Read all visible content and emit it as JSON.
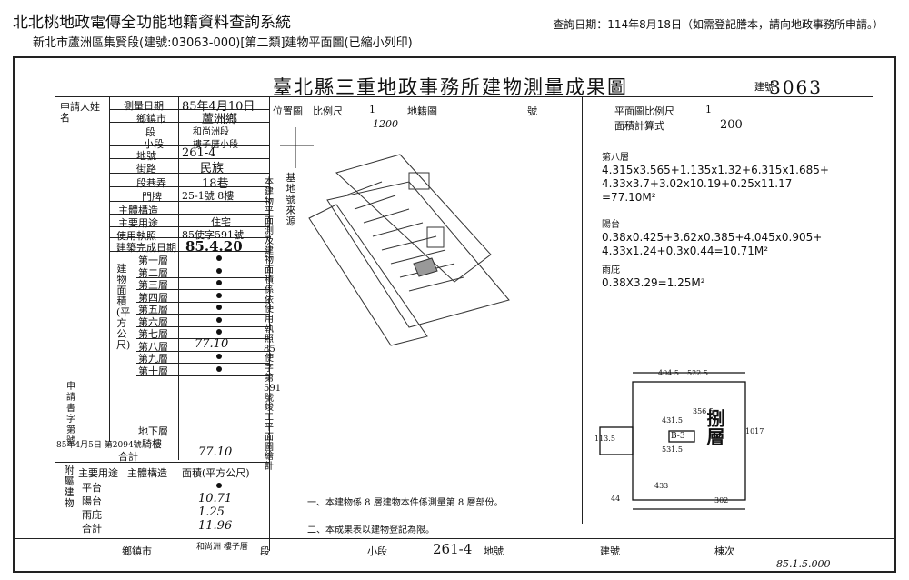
{
  "header": {
    "system_title": "北北桃地政電傳全功能地籍資料查詢系統",
    "subtitle": "新北市蘆洲區集賢段(建號:03063-000)[第二類]建物平面圖(已縮小列印)",
    "query_date": "查詢日期：114年8月18日（如需登記謄本，請向地政事務所申請。）"
  },
  "doc": {
    "title": "臺北縣三重地政事務所建物測量成果圖",
    "bldg_label": "建號",
    "bldg_no": "3063",
    "applicant_label": "申請人姓名",
    "survey_date_label": "測量日期",
    "survey_date": "85年4月10日",
    "town_label": "鄉鎮市",
    "town": "蘆洲鄉",
    "section_label": "段",
    "section_sub": "和尚洲段",
    "small_section_label": "小段",
    "small_section": "樓子厝小段",
    "lot_no_label": "地號",
    "lot_no": "261-4",
    "street_label": "街路",
    "street": "民族",
    "lane_label": "段巷弄",
    "lane": "18巷",
    "door_label": "門牌",
    "door": "25-1號 8樓",
    "structure_label": "主體構造",
    "use_label": "主要用途",
    "use": "住宅",
    "license_label": "使用執照",
    "license": "85使字591號",
    "completion_label": "建築完成日期",
    "completion": "85.4.20",
    "area_label": "建物面積(平方公尺)",
    "floors": [
      "第一層",
      "第二層",
      "第三層",
      "第四層",
      "第五層",
      "第六層",
      "第七層",
      "第八層",
      "第九層",
      "第十層"
    ],
    "floor8_value": "77.10",
    "basement_label": "地下層",
    "roof_label": "騎樓",
    "total_label": "合計",
    "total_value": "77.10",
    "app_no_label": "申請書字第號",
    "app_no": "85年4月5日 第2094號",
    "annex_label": "附屬建物",
    "annex_use_label": "主要用途",
    "annex_struct_label": "主體構造",
    "annex_area_label": "面積(平方公尺)",
    "annex_rows": [
      {
        "use": "平台",
        "area": ""
      },
      {
        "use": "陽台",
        "area": "10.71"
      },
      {
        "use": "雨庇",
        "area": "1.25"
      },
      {
        "use": "合計",
        "area": "11.96"
      }
    ],
    "position_label": "位置圖",
    "scale_label": "比例尺",
    "scale_value": "1",
    "scale_denom": "1200",
    "cadastral_label": "地籍圖",
    "sheet_label": "號",
    "plan_scale_label": "平面圖比例尺",
    "plan_scale": "1",
    "plan_scale_denom": "200",
    "calc_label": "面積計算式",
    "calc_floor8": "第八層",
    "calc_floor8_formula": "4.315x3.565+1.135x1.32+6.315x1.685+ 4.33x3.7+3.02x10.19+0.25x11.17 =77.10M²",
    "calc_balcony": "陽台",
    "calc_balcony_formula": "0.38x0.425+3.62x0.385+4.045x0.905+ 4.33x1.24+0.3x0.44=10.71M²",
    "calc_canopy": "雨庇",
    "calc_canopy_formula": "0.38X3.29=1.25M²",
    "base_note": "基地號來源",
    "side_note": "本建物平面測及建物面積係依使用執照85使字第591號竣工平面圖繪計",
    "note1": "一、本建物係 8 層建物本件係測量第 8 層部份。",
    "note2": "二、本成果表以建物登記為限。",
    "floor_tag": "B-3",
    "floor_big": "捌層",
    "dims": [
      "404.5",
      "522.5",
      "431.5",
      "531.5",
      "433",
      "302",
      "356.5",
      "1017",
      "113.5",
      "44"
    ],
    "footer_town": "鄉鎮市",
    "footer_small": "和尚洲 樓子厝",
    "footer_sec": "段",
    "footer_small2": "小段",
    "footer_lot": "261-4",
    "footer_lot_label": "地號",
    "footer_bldg": "建號",
    "footer_copy": "棟次",
    "footer_date": "85.1.5.000"
  },
  "colors": {
    "ink": "#111111",
    "paper": "#ffffff"
  }
}
